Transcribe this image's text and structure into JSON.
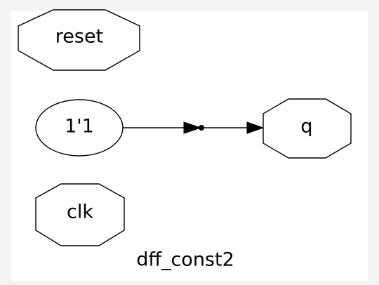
{
  "diagram": {
    "graph_label": "dff_const2",
    "nodes": {
      "reset": {
        "label": "reset",
        "shape": "octagon"
      },
      "const": {
        "label": "1'1",
        "shape": "ellipse"
      },
      "q": {
        "label": "q",
        "shape": "octagon"
      },
      "clk": {
        "label": "clk",
        "shape": "octagon"
      }
    },
    "edges": [
      {
        "from": "const",
        "to": "junction"
      },
      {
        "from": "junction",
        "to": "q"
      }
    ]
  }
}
